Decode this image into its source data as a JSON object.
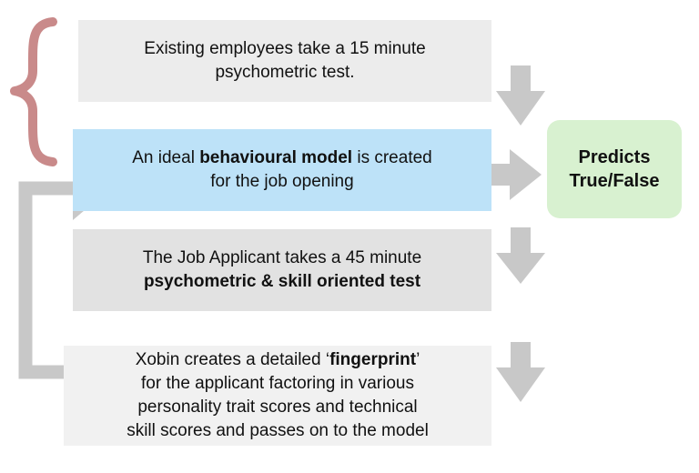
{
  "steps": [
    {
      "lines": [
        [
          {
            "t": "Existing employees take a 15 minute",
            "b": false
          }
        ],
        [
          {
            "t": "psychometric test.",
            "b": false
          }
        ]
      ]
    },
    {
      "lines": [
        [
          {
            "t": "An ideal ",
            "b": false
          },
          {
            "t": "behavioural model",
            "b": true
          },
          {
            "t": " is created",
            "b": false
          }
        ],
        [
          {
            "t": "for the job opening",
            "b": false
          }
        ]
      ]
    },
    {
      "lines": [
        [
          {
            "t": "The Job Applicant takes a 45 minute",
            "b": false
          }
        ],
        [
          {
            "t": "psychometric & skill oriented test",
            "b": true
          }
        ]
      ]
    },
    {
      "lines": [
        [
          {
            "t": "Xobin creates a detailed ‘",
            "b": false
          },
          {
            "t": "fingerprint",
            "b": true
          },
          {
            "t": "’",
            "b": false
          }
        ],
        [
          {
            "t": "for the applicant factoring in various",
            "b": false
          }
        ],
        [
          {
            "t": "personality trait scores and technical",
            "b": false
          }
        ],
        [
          {
            "t": "skill scores and passes on to the model",
            "b": false
          }
        ]
      ]
    }
  ],
  "prediction": {
    "line1": "Predicts",
    "line2": "True/False"
  },
  "colors": {
    "brace": "#c98a8a",
    "arrow": "#c8c8c8",
    "step1_bg": "#ececec",
    "step2_bg": "#bde2f8",
    "step3_bg": "#e2e2e2",
    "step4_bg": "#f1f1f1",
    "prediction_bg": "#d8f1d0"
  }
}
